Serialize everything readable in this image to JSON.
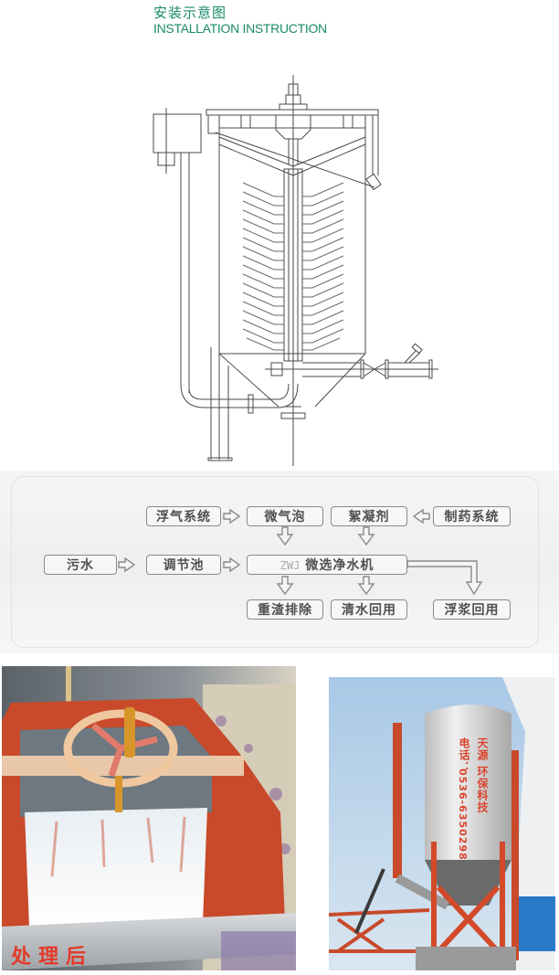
{
  "header": {
    "title_cn": "安装示意图",
    "title_en": "INSTALLATION INSTRUCTION",
    "title_color": "#1a8a6a"
  },
  "drawing": {
    "description": "Installation schematic of a vertical micro-filtration water purifier with inclined plate stack, top motor, side pipework and bottom outlet valve",
    "line_color": "#4a4a4a"
  },
  "flow_chart": {
    "boxes": {
      "air_system": "浮气系统",
      "micro_bubbles": "微气泡",
      "flocculant": "絮凝剂",
      "dosing_system": "制药系统",
      "sewage": "污水",
      "regulating_tank": "调节池",
      "machine_prefix": "ZWJ",
      "machine": "微选净水机",
      "sludge_discharge": "重渣排除",
      "clean_water_reuse": "清水回用",
      "scum_reuse": "浮浆回用"
    },
    "flows": [
      [
        "浮气系统",
        "微气泡"
      ],
      [
        "制药系统",
        "絮凝剂"
      ],
      [
        "微气泡",
        "微选净水机"
      ],
      [
        "絮凝剂",
        "微选净水机"
      ],
      [
        "污水",
        "调节池"
      ],
      [
        "调节池",
        "微选净水机"
      ],
      [
        "微选净水机",
        "重渣排除"
      ],
      [
        "微选净水机",
        "清水回用"
      ],
      [
        "微选净水机",
        "浮浆回用"
      ]
    ]
  },
  "photos": {
    "left": {
      "caption": "处理后",
      "caption_color": "#e33a2a"
    },
    "right": {
      "tank_company": "天源 环保科技",
      "tank_phone_label": "电话：",
      "tank_phone": "0536-6350298",
      "text_color": "#d9452e"
    }
  }
}
